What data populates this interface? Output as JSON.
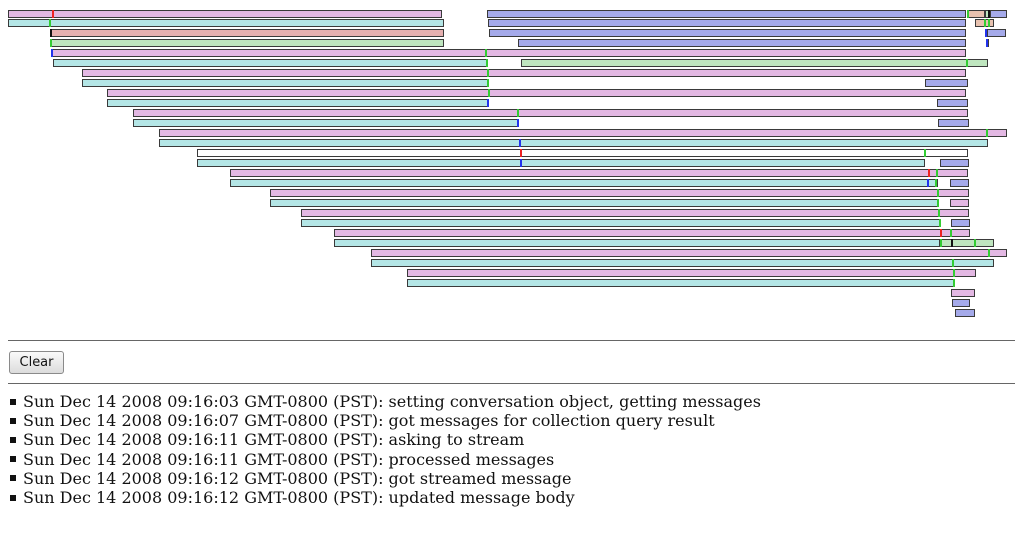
{
  "colors": {
    "pink": "#e3b8e3",
    "cyan": "#b4e6e6",
    "blue": "#a5aaea",
    "green": "#bfe6bf",
    "red": "#e6b0b0",
    "peach": "#e8c2b0",
    "white": "#ffffff",
    "mark_green": "#33cc33",
    "mark_red": "#ee2222",
    "mark_blue": "#2233ee",
    "mark_black": "#111111"
  },
  "controls": {
    "clear_label": "Clear"
  },
  "log": [
    "Sun Dec 14 2008 09:16:03 GMT-0800 (PST): setting conversation object, getting messages",
    "Sun Dec 14 2008 09:16:07 GMT-0800 (PST): got messages for collection query result",
    "Sun Dec 14 2008 09:16:11 GMT-0800 (PST): asking to stream",
    "Sun Dec 14 2008 09:16:11 GMT-0800 (PST): processed messages",
    "Sun Dec 14 2008 09:16:12 GMT-0800 (PST): got streamed message",
    "Sun Dec 14 2008 09:16:12 GMT-0800 (PST): updated message body"
  ]
}
